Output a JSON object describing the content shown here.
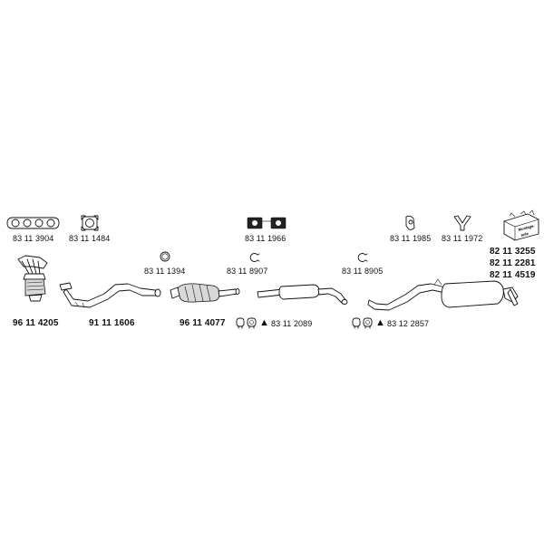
{
  "parts": [
    {
      "id": "gasket-set",
      "label": "83 11 3904",
      "bold": false,
      "icon": "manifold-gasket-icon"
    },
    {
      "id": "flange-gasket",
      "label": "83 11 1484",
      "bold": false,
      "icon": "flange-gasket-icon"
    },
    {
      "id": "rubber-hangers",
      "label": "83 11 1966",
      "bold": false,
      "icon": "rubber-hanger-icon"
    },
    {
      "id": "bracket",
      "label": "83 11 1985",
      "bold": false,
      "icon": "bracket-icon"
    },
    {
      "id": "v-bracket",
      "label": "83 11 1972",
      "bold": false,
      "icon": "v-bracket-icon"
    },
    {
      "id": "ring-1",
      "label": "83 11 1394",
      "bold": false,
      "icon": "sealing-ring-icon"
    },
    {
      "id": "clamp-1",
      "label": "83 11 8907",
      "bold": false,
      "icon": "clamp-icon"
    },
    {
      "id": "clamp-2",
      "label": "83 11 8905",
      "bold": false,
      "icon": "clamp-icon"
    },
    {
      "id": "manifold-cat",
      "label": "96 11 4205",
      "bold": true,
      "icon": "manifold-catalyst-icon"
    },
    {
      "id": "front-pipe",
      "label": "91 11 1606",
      "bold": true,
      "icon": "front-pipe-icon"
    },
    {
      "id": "catalyst",
      "label": "96 11 4077",
      "bold": true,
      "icon": "catalytic-converter-icon"
    },
    {
      "id": "clamp-set-1",
      "label": "83 11 2089",
      "bold": false,
      "icon": "clamp-set-icon"
    },
    {
      "id": "clamp-set-2",
      "label": "83 12 2857",
      "bold": false,
      "icon": "clamp-set-icon"
    }
  ],
  "mounting_kit": {
    "box_text_1": "Montage-",
    "box_text_2": "teile",
    "codes": [
      "82 11 3255",
      "82 11 2281",
      "82 11 4519"
    ]
  },
  "symbols": {
    "triangle": "▲"
  }
}
